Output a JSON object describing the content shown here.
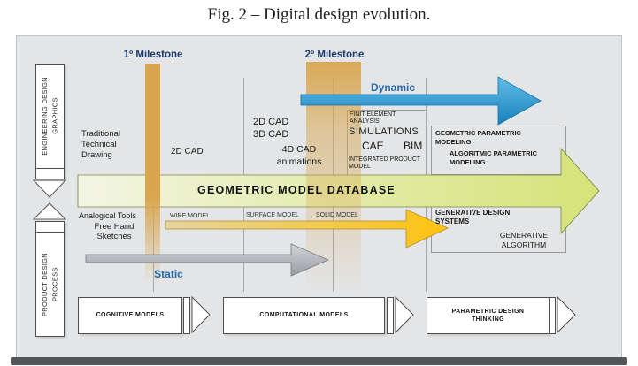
{
  "caption": "Fig. 2 – Digital design evolution.",
  "milestones": {
    "first": "1º Milestone",
    "second": "2º Milestone"
  },
  "sidebar": {
    "top": "ENGINEERING DESIGN\nGRAPHICS",
    "bottom": "PRODUCT DESIGN\nPROCESS"
  },
  "arrows": {
    "dynamic": "Dynamic",
    "static": "Static",
    "database": "GEOMETRIC MODEL DATABASE"
  },
  "rows": {
    "traditional": "Traditional\nTechnical\nDrawing",
    "cad2d_left": "2D CAD",
    "cad23": "2D CAD\n3D CAD",
    "cad4d": "4D CAD\nanimations",
    "finit": "FINIT ELEMENT\nANALYSIS",
    "simulations": "SIMULATIONS",
    "cae": "CAE",
    "bim": "BIM",
    "integrated": "INTEGRATED PRODUCT\nMODEL",
    "geo_param": "GEOMETRIC PARAMETRIC\nMODELING",
    "algo_param": "ALGORITMIC PARAMETRIC\nMODELING",
    "analogical": "Analogical Tools",
    "freehand": "Free Hand\nSketches",
    "wire": "WIRE MODEL",
    "surface": "SURFACE MODEL",
    "solid": "SOLID MODEL",
    "gen_design": "GENERATIVE DESIGN\nSYSTEMS",
    "gen_algo": "GENERATIVE\nALGORITHM"
  },
  "process": {
    "cognitive": "COGNITIVE MODELS",
    "computational": "COMPUTATIONAL MODELS",
    "parametric": "PARAMETRIC DESIGN\nTHINKING"
  },
  "colors": {
    "milestone_bar": "#D8A64F",
    "dynamic_arrow": "#2B96CD",
    "database_band": "#D7E47E",
    "modeling_arrow": "#FFC20E",
    "static_arrow": "#AFB4B9",
    "milestone_text": "#1E3C6E",
    "phase_label": "#2668AE"
  }
}
